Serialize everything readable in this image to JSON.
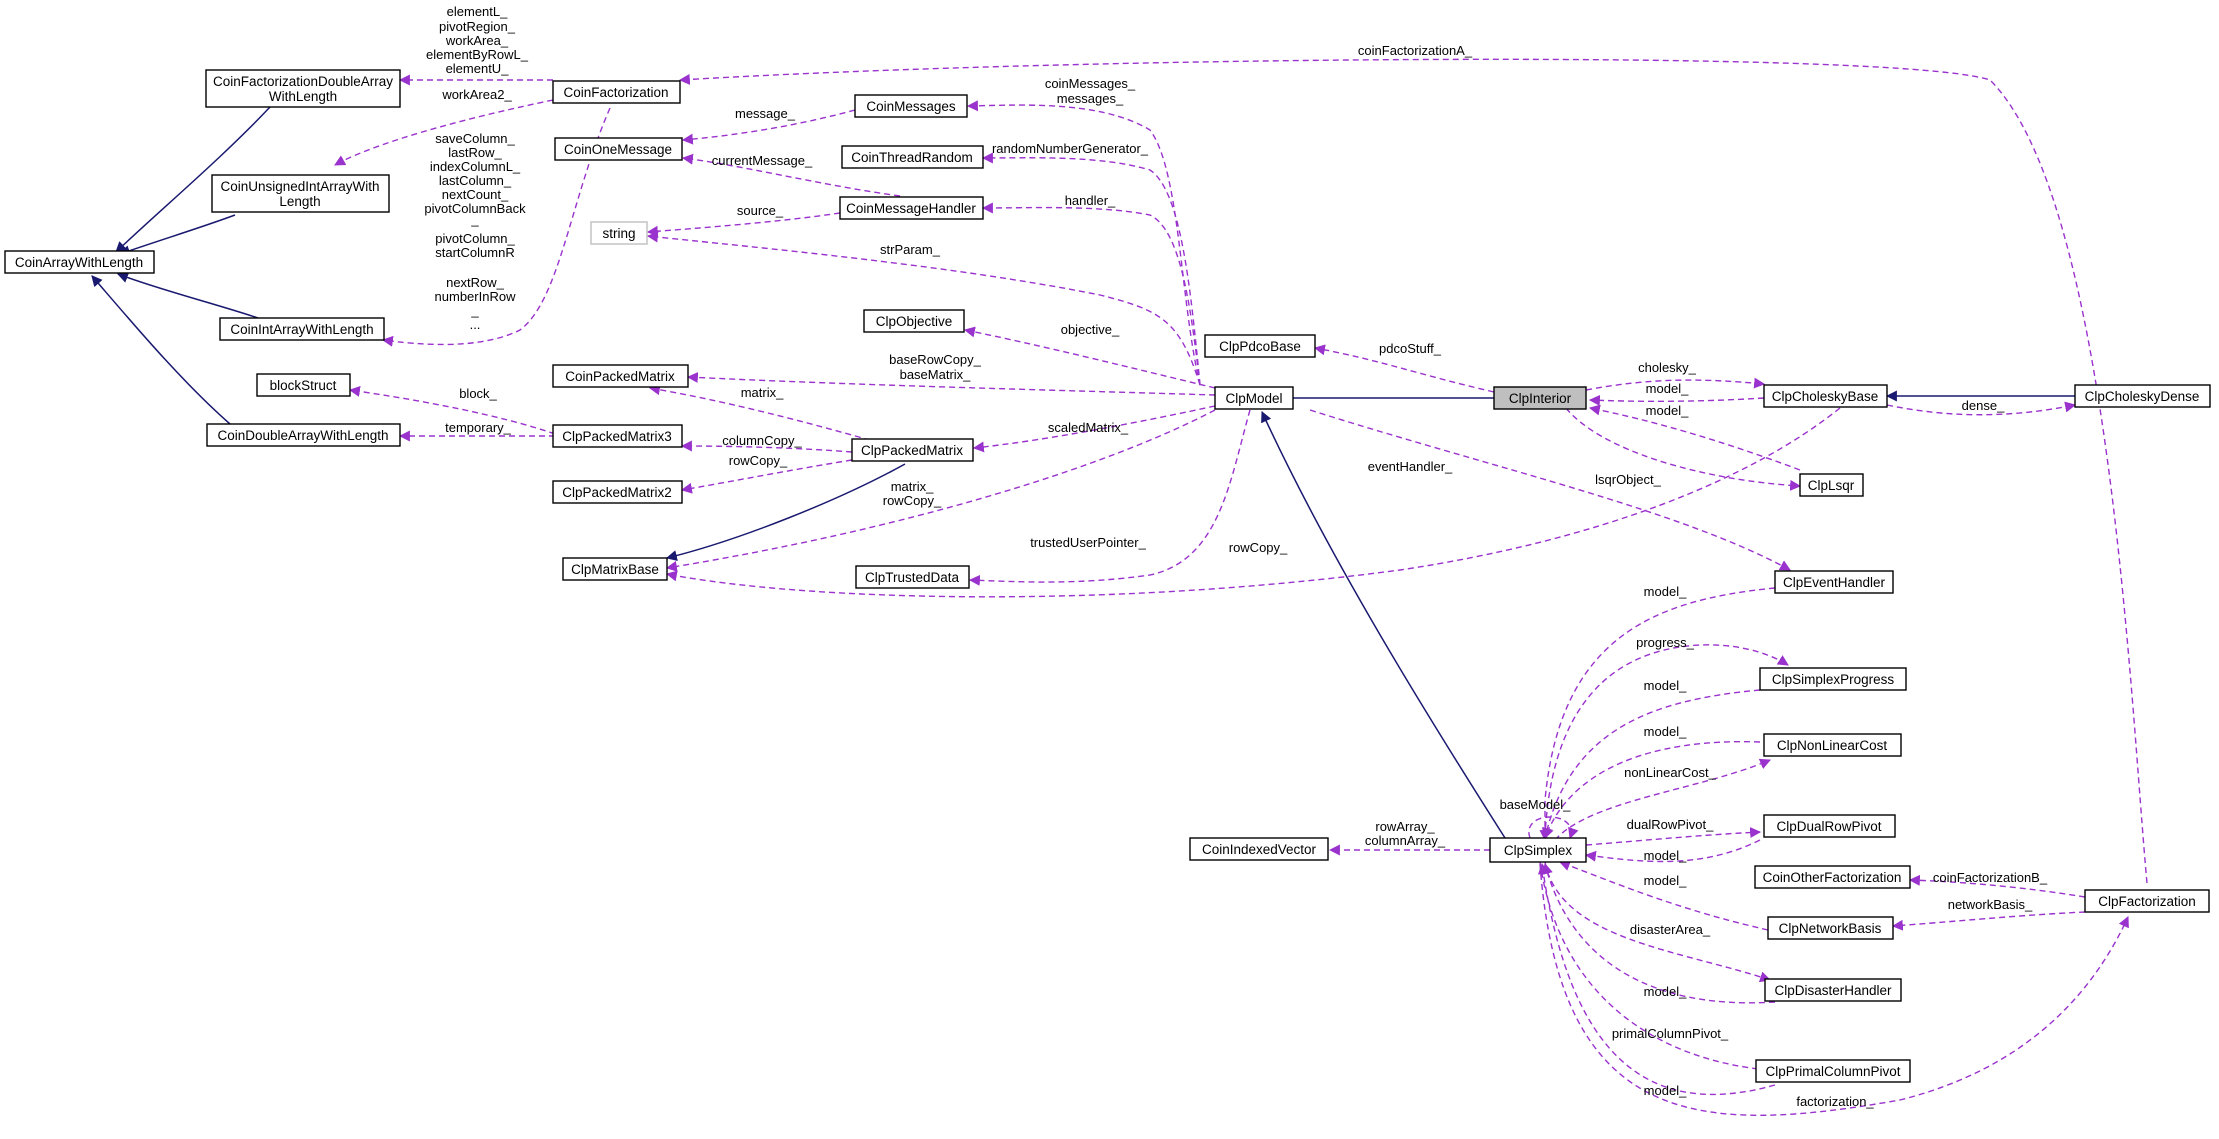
{
  "colors": {
    "inheritance_edge": "#191970",
    "usage_edge": "#9a32cd",
    "focus_fill": "#bfbfbf",
    "node_fill": "#ffffff",
    "node_border": "#000000"
  },
  "nodes": {
    "ClpInterior": "ClpInterior",
    "ClpModel": "ClpModel",
    "ClpSimplex": "ClpSimplex",
    "ClpCholeskyBase": "ClpCholeskyBase",
    "ClpCholeskyDense": "ClpCholeskyDense",
    "ClpLsqr": "ClpLsqr",
    "ClpPdcoBase": "ClpPdcoBase",
    "CoinFactorization": "CoinFactorization",
    "CoinFactorizationDoubleArrayWithLength": [
      "CoinFactorizationDoubleArray",
      "WithLength"
    ],
    "CoinUnsignedIntArrayWithLength": [
      "CoinUnsignedIntArrayWith",
      "Length"
    ],
    "CoinArrayWithLength": "CoinArrayWithLength",
    "CoinIntArrayWithLength": "CoinIntArrayWithLength",
    "CoinDoubleArrayWithLength": "CoinDoubleArrayWithLength",
    "blockStruct": "blockStruct",
    "CoinMessages": "CoinMessages",
    "CoinOneMessage": "CoinOneMessage",
    "CoinThreadRandom": "CoinThreadRandom",
    "CoinMessageHandler": "CoinMessageHandler",
    "string": "string",
    "ClpObjective": "ClpObjective",
    "CoinPackedMatrix": "CoinPackedMatrix",
    "ClpPackedMatrix3": "ClpPackedMatrix3",
    "ClpPackedMatrix": "ClpPackedMatrix",
    "ClpPackedMatrix2": "ClpPackedMatrix2",
    "ClpMatrixBase": "ClpMatrixBase",
    "ClpTrustedData": "ClpTrustedData",
    "ClpEventHandler": "ClpEventHandler",
    "ClpSimplexProgress": "ClpSimplexProgress",
    "ClpNonLinearCost": "ClpNonLinearCost",
    "ClpDualRowPivot": "ClpDualRowPivot",
    "CoinIndexedVector": "CoinIndexedVector",
    "CoinOtherFactorization": "CoinOtherFactorization",
    "ClpFactorization": "ClpFactorization",
    "ClpNetworkBasis": "ClpNetworkBasis",
    "ClpDisasterHandler": "ClpDisasterHandler",
    "ClpPrimalColumnPivot": "ClpPrimalColumnPivot"
  },
  "edge_labels": {
    "coinFactorizationA": "coinFactorizationA_",
    "cf_elements": [
      "elementL_",
      "pivotRegion_",
      "workArea_",
      "elementByRowL_",
      "elementU_"
    ],
    "workArea2": "workArea2_",
    "cf_ints": [
      "saveColumn_",
      "lastRow_",
      "indexColumnL_",
      "lastColumn_",
      "nextCount_",
      "pivotColumnBack",
      "_",
      "pivotColumn_",
      "startColumnR",
      "",
      "nextRow_",
      "numberInRow",
      "_",
      "..."
    ],
    "message": "message_",
    "coinMessages": [
      "coinMessages_",
      "messages_"
    ],
    "currentMessage": "currentMessage_",
    "randomNumberGenerator": "randomNumberGenerator_",
    "source": "source_",
    "handler": "handler_",
    "strParam": "strParam_",
    "objective": "objective_",
    "pdcoStuff": "pdcoStuff_",
    "cholesky": "cholesky_",
    "model_ci_cb": "model_",
    "model_lsqr": "model_",
    "dense": "dense_",
    "baseRowCopy": [
      "baseRowCopy_",
      "baseMatrix_"
    ],
    "block": "block_",
    "matrix_pm": "matrix_",
    "temporary": "temporary_",
    "columnCopy": "columnCopy_",
    "scaledMatrix": "scaledMatrix_",
    "rowCopy_pm2": "rowCopy_",
    "matrix_rowCopy": [
      "matrix_",
      "rowCopy_"
    ],
    "eventHandler": "eventHandler_",
    "lsqrObject": "lsqrObject_",
    "trustedUserPointer": "trustedUserPointer_",
    "rowCopy_chol": "rowCopy_",
    "model_eh": "model_",
    "progress": "progress_",
    "model_sp": "model_",
    "model_nlc": "model_",
    "nonLinearCost": "nonLinearCost_",
    "baseModel": "baseModel_",
    "rowArray": [
      "rowArray_",
      "columnArray_"
    ],
    "dualRowPivot": "dualRowPivot_",
    "model_drp": "model_",
    "model_nb": "model_",
    "coinFactorizationB": "coinFactorizationB_",
    "networkBasis": "networkBasis_",
    "disasterArea": "disasterArea_",
    "model_dh": "model_",
    "primalColumnPivot": "primalColumnPivot_",
    "model_pcp": "model_",
    "factorization": "factorization_"
  }
}
